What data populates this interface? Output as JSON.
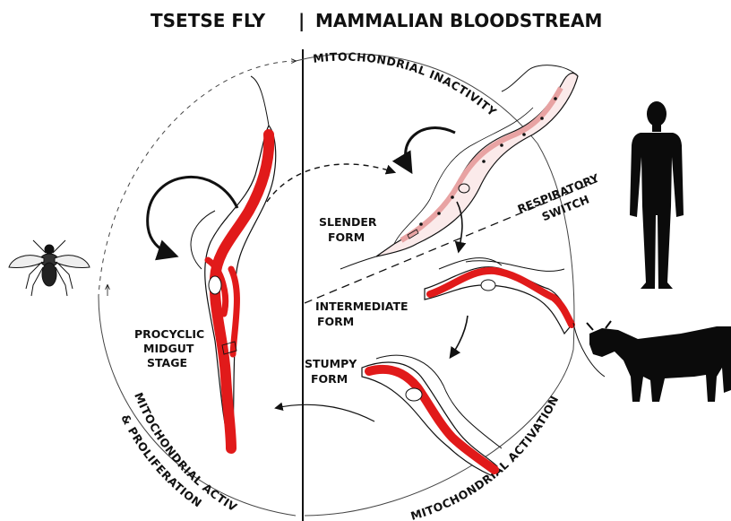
{
  "headers": {
    "left": "TSETSE  FLY",
    "divider": "|",
    "right": "MAMMALIAN BLOODSTREAM"
  },
  "labels": {
    "slender_line1": "SLENDER",
    "slender_line2": "FORM",
    "intermediate_line1": "INTERMEDIATE",
    "intermediate_line2": "FORM",
    "stumpy_line1": "STUMPY",
    "stumpy_line2": "FORM",
    "procyclic_line1": "PROCYCLIC",
    "procyclic_line2": "MIDGUT",
    "procyclic_line3": "STAGE",
    "respiratory_line1": "RESPIRATORY",
    "respiratory_line2": "SWITCH"
  },
  "arc_labels": {
    "mito_inactivity": "MITOCHONDRIAL INACTIVITY",
    "mito_activation": "MITOCHONDRIAL ACTIVATION",
    "mito_activity": "MITOCHONDRIAL ACTIVITY",
    "proliferation": "& PROLIFERATION"
  },
  "colors": {
    "mitochondrion_red": "#e11a1a",
    "ink": "#111111",
    "silhouette": "#0b0b0b",
    "slender_pink": "#f0c4c4"
  },
  "icons": [
    "tsetse-fly-icon",
    "human-silhouette-icon",
    "cow-silhouette-icon"
  ]
}
